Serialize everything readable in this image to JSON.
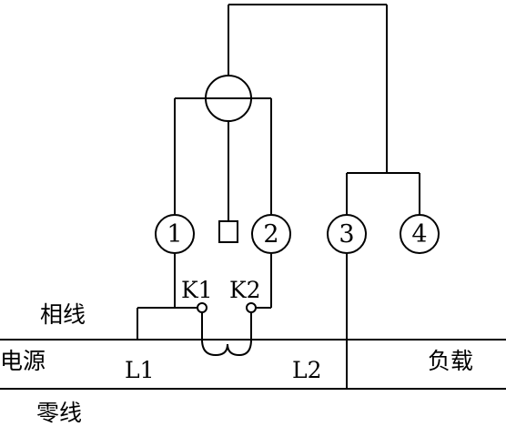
{
  "terminals": [
    {
      "id": "1",
      "label": "1"
    },
    {
      "id": "2",
      "label": "2"
    },
    {
      "id": "3",
      "label": "3"
    },
    {
      "id": "4",
      "label": "4"
    }
  ],
  "contacts": {
    "k1": "K1",
    "k2": "K2"
  },
  "lines": {
    "live": "相线",
    "neutral": "零线",
    "source": "电源",
    "load": "负载",
    "l1": "L1",
    "l2": "L2"
  }
}
